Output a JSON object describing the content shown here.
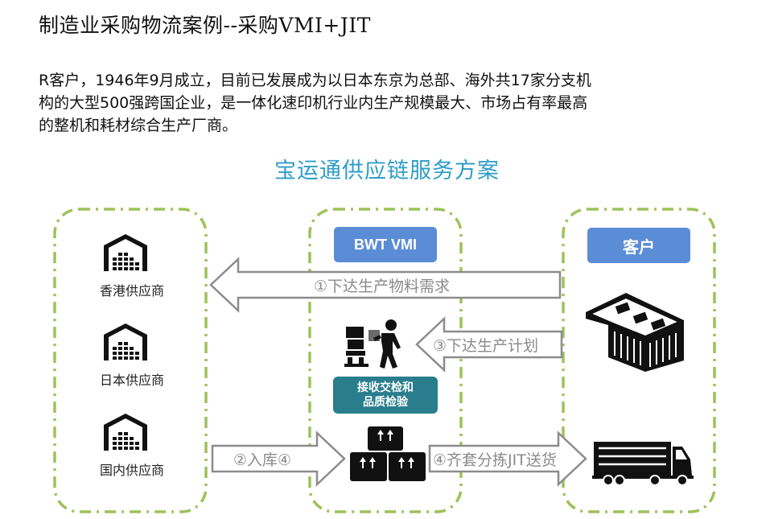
{
  "title": "制造业采购物流案例--采购VMI+JIT",
  "intro": "R客户，1946年9月成立，目前已发展成为以日本东京为总部、海外共17家分支机\n构的大型500强跨国企业，是一体化速印机行业内生产规模最大、市场占有率最高\n的整机和耗材综合生产厂商。",
  "subtitle": "宝运通供应链服务方案",
  "bwt_label": "BWT  VMI",
  "client_label": "客户",
  "inspection_label": "接收交检和\n品质检验",
  "suppliers": [
    "香港供应商",
    "日本供应商",
    "国内供应商"
  ],
  "arrows": {
    "demand": "①下达生产物料需求",
    "plan": "③下达生产计划",
    "inbound": "②入库④",
    "jit": "④齐套分拣JIT送货"
  },
  "colors": {
    "dash_border": "#9dc25a",
    "box_blue": "#5b8dd6",
    "box_teal": "#2a7d8c",
    "subtitle": "#2e9dc8",
    "arrow_stroke": "#8c8c8c",
    "icon": "#111111"
  },
  "icons": [
    "warehouse-icon",
    "worker-boxes-icon",
    "factory-building-icon",
    "stacked-boxes-icon",
    "truck-icon"
  ]
}
